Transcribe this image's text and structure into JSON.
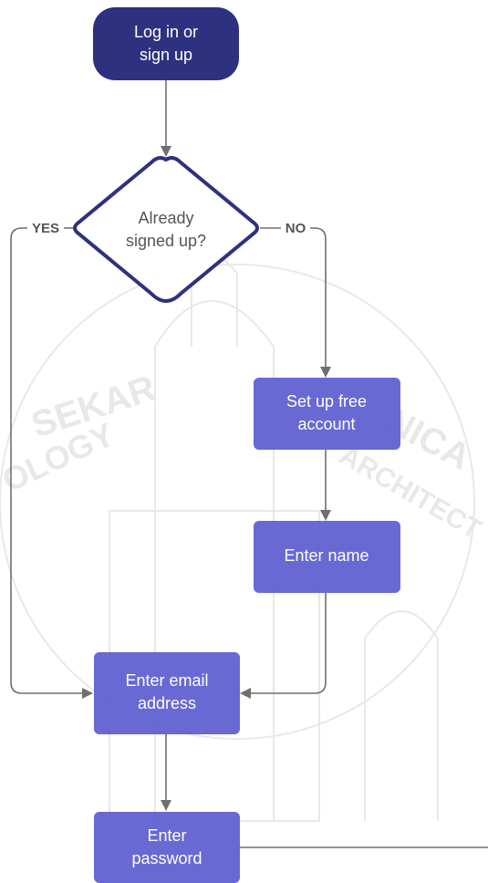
{
  "colors": {
    "start_fill": "#2e3180",
    "decision_stroke": "#2e3180",
    "process_fill": "#5b5ccf",
    "edge": "#6f6f6f",
    "decision_text": "#555555",
    "node_text": "#ffffff"
  },
  "watermark": {
    "text_left": "SEKAR",
    "text_left_2": "OLOGY",
    "text_right": "NICA",
    "text_right_2": "ARCHITECT"
  },
  "nodes": {
    "start": {
      "line1": "Log in or",
      "line2": "sign up"
    },
    "decision": {
      "line1": "Already",
      "line2": "signed up?"
    },
    "setup": {
      "line1": "Set up free",
      "line2": "account"
    },
    "name": {
      "line1": "Enter name"
    },
    "email": {
      "line1": "Enter email",
      "line2": "address"
    },
    "password": {
      "line1": "Enter",
      "line2": "password"
    }
  },
  "edges": {
    "yes_label": "YES",
    "no_label": "NO"
  }
}
